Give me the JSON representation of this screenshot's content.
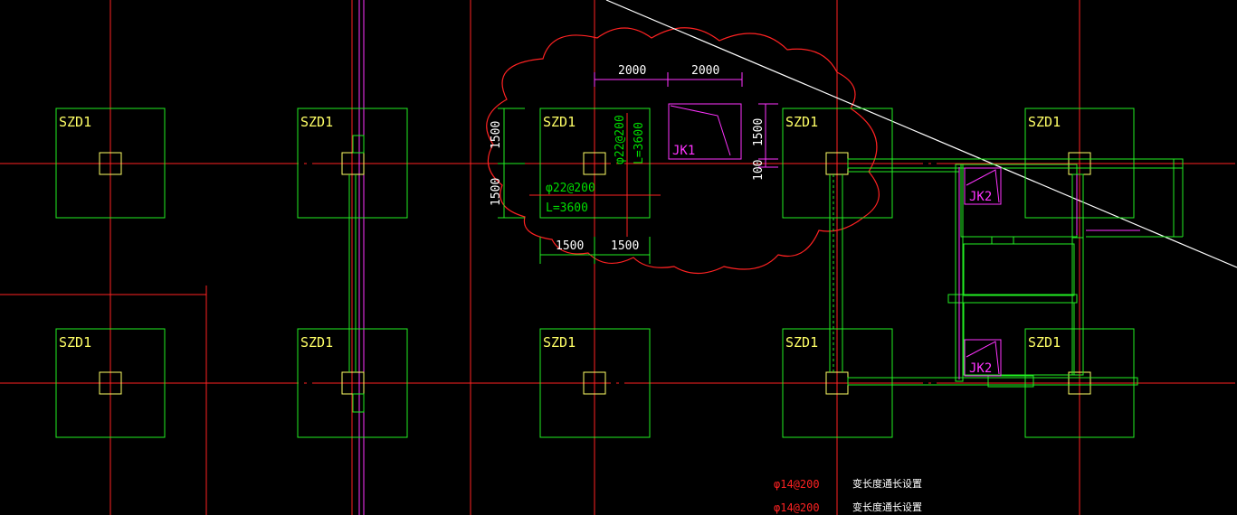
{
  "drawing": {
    "colors": {
      "background": "#000000",
      "axis_line": "#ff2222",
      "foundation_outline": "#22ee22",
      "column": "#ffff66",
      "pit": "#ff33ff",
      "revision_cloud": "#ff2222",
      "dimension": "#ffffff",
      "rebar_text": "#00dd00",
      "diagonal": "#ffffff"
    },
    "foundation_label": "SZD1",
    "pit_labels": [
      "JK1",
      "JK2",
      "JK2"
    ],
    "dimensions": {
      "top_left": "2000",
      "top_right": "2000",
      "left_upper": "1500",
      "left_lower": "1500",
      "bottom_left": "1500",
      "bottom_right": "1500",
      "pit_height": "1500",
      "pit_offset": "100"
    },
    "rebar": {
      "horizontal_spec": "φ22@200",
      "horizontal_length": "L=3600",
      "vertical_spec": "φ22@200",
      "vertical_length": "L=3600"
    },
    "notes": [
      {
        "spec": "φ14@200",
        "desc": "变长度通长设置"
      },
      {
        "spec": "φ14@200",
        "desc": "变长度通长设置"
      }
    ]
  }
}
